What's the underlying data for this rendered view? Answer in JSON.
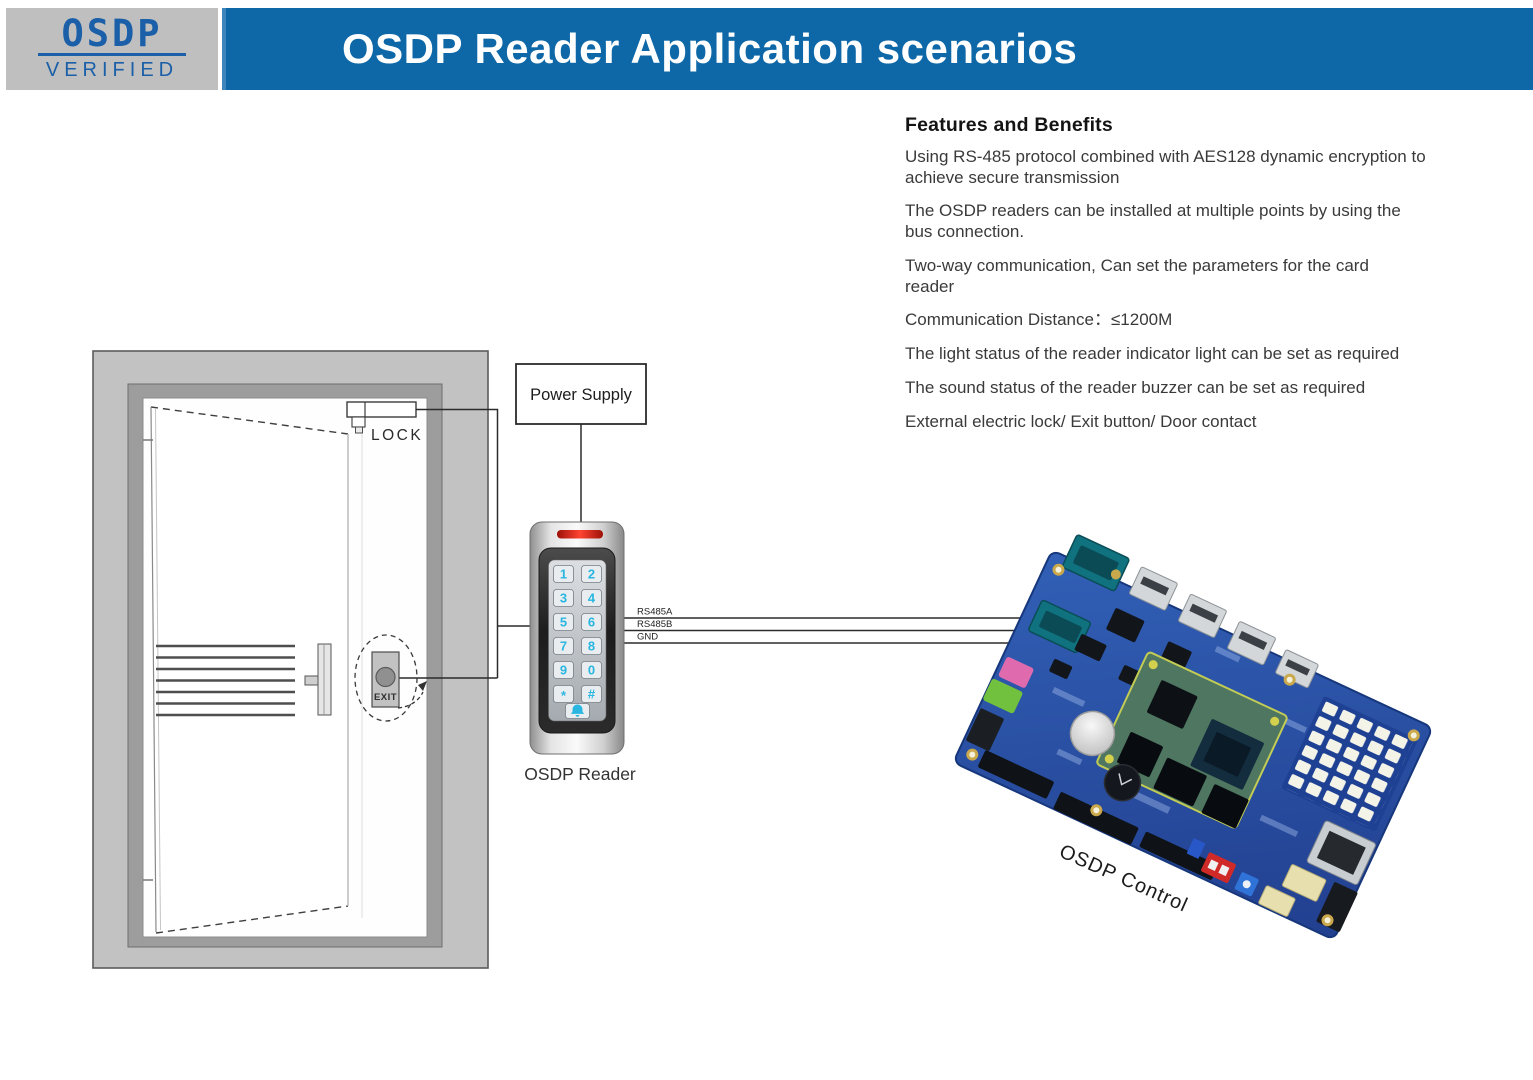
{
  "logo": {
    "line1": "OSDP",
    "line2": "VERIFIED"
  },
  "banner": {
    "title": "OSDP Reader Application scenarios"
  },
  "features": {
    "heading": "Features and Benefits",
    "items": [
      "Using RS-485 protocol combined with AES128 dynamic encryption to\nachieve secure transmission",
      "The OSDP readers can be installed at multiple points by using the\nbus connection.",
      "Two-way communication, Can set the parameters for the card\nreader",
      "Communication Distance：≤1200M",
      "The light status of the reader indicator light can be set as required",
      "The sound status of the reader buzzer can be set as required",
      "External electric lock/ Exit button/ Door contact"
    ]
  },
  "diagram": {
    "power_supply_label": "Power Supply",
    "lock_label": "LOCK",
    "exit_label": "EXIT",
    "reader_label": "OSDP Reader",
    "control_label": "OSDP Control",
    "wire_labels": [
      "RS485A",
      "RS485B",
      "GND"
    ],
    "keys": [
      "1",
      "2",
      "3",
      "4",
      "5",
      "6",
      "7",
      "8",
      "9",
      "0",
      "*",
      "#"
    ]
  },
  "colors": {
    "banner_blue": "#0e68a8",
    "logo_blue": "#1a5fa8",
    "logo_bg": "#bfbfbf",
    "led_red": "#d92414",
    "key_digit": "#29b6e0",
    "pcb_blue": "#2b55a5"
  }
}
